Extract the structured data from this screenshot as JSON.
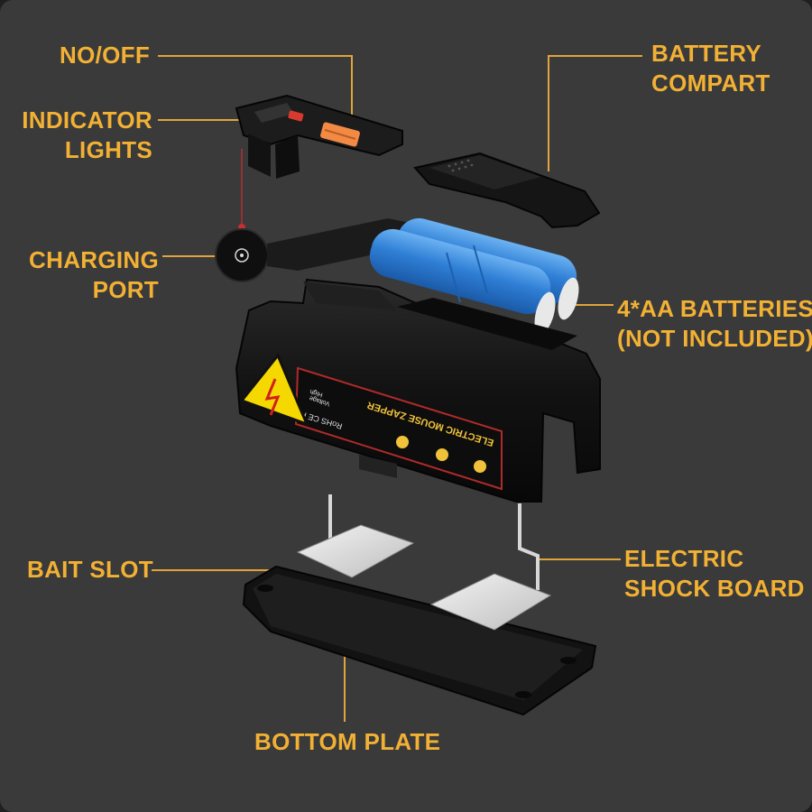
{
  "colors": {
    "background": "#3a3a3a",
    "label": "#f2b134",
    "leader": "#e0a43a",
    "device_body": "#151515",
    "battery": "#2f7fd6",
    "warning_yellow": "#f5d800"
  },
  "labels": {
    "on_off": "NO/OFF",
    "indicator_lights": [
      "INDICATOR",
      "LIGHTS"
    ],
    "charging_port": [
      "CHARGING",
      "PORT"
    ],
    "battery_compartment": [
      "BATTERY",
      "COMPART"
    ],
    "batteries": [
      "4*AA BATTERIES",
      "(NOT INCLUDED)"
    ],
    "bait_slot": "BAIT SLOT",
    "shock_board": [
      "ELECTRIC",
      "SHOCK BOARD"
    ],
    "bottom_plate": "BOTTOM PLATE"
  },
  "device_label": {
    "product_name": "ELECTRIC MOUSE ZAPPER",
    "warning_text": [
      "High",
      "Voltage"
    ],
    "marks": "RoHS CE FC"
  }
}
